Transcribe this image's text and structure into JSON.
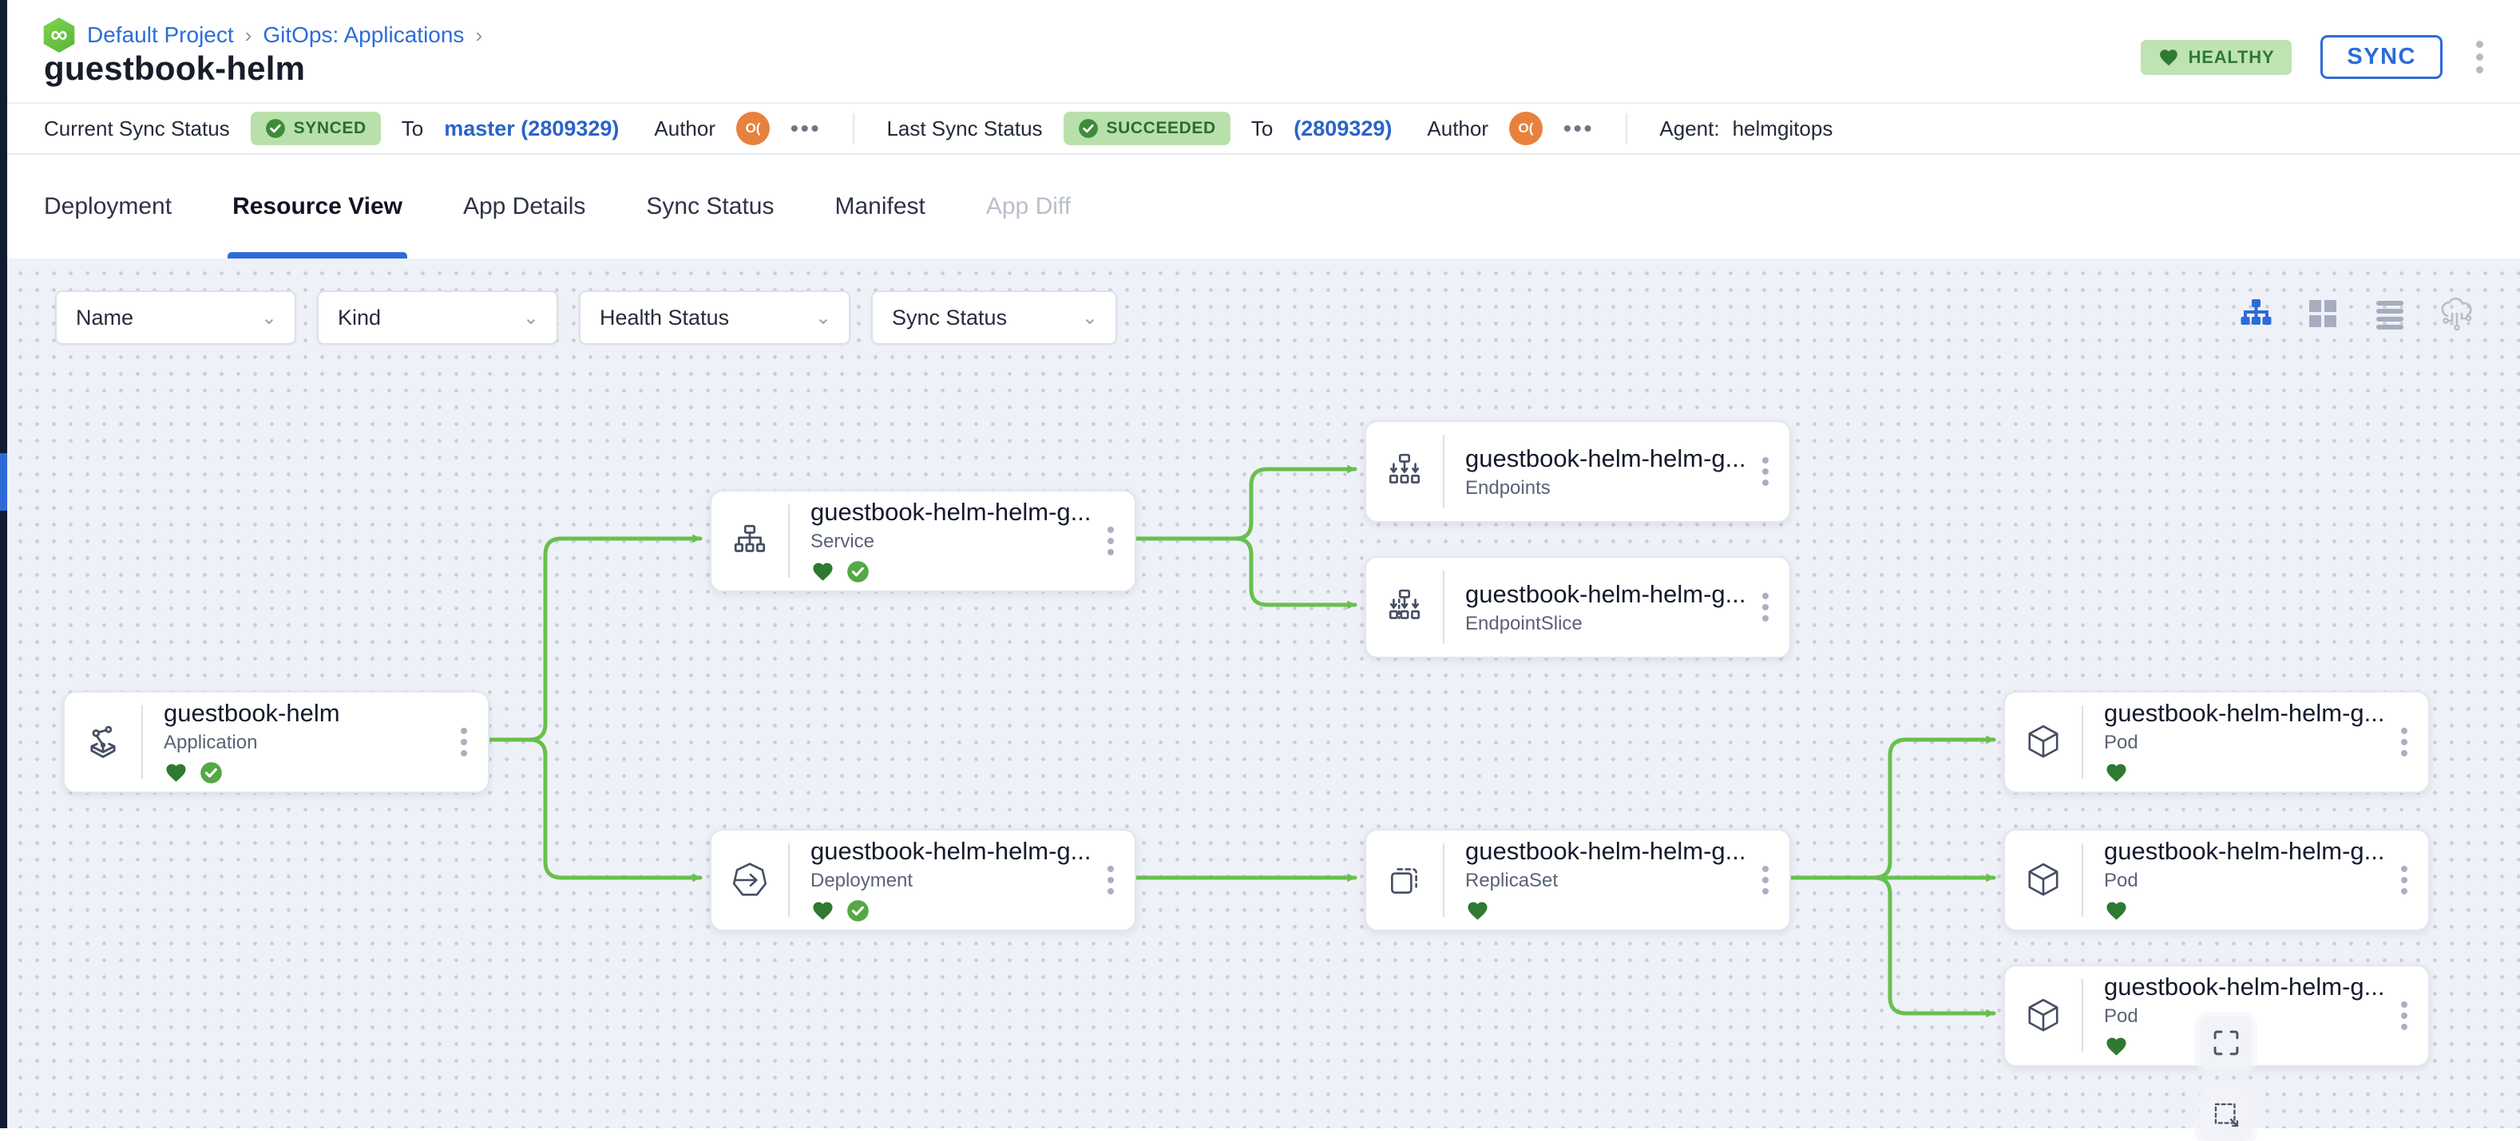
{
  "breadcrumb": {
    "project": "Default Project",
    "section": "GitOps: Applications",
    "separator": "›"
  },
  "header": {
    "title": "guestbook-helm",
    "health_badge": "HEALTHY",
    "sync_button": "SYNC"
  },
  "status_bar": {
    "current_label": "Current Sync Status",
    "current_badge": "SYNCED",
    "current_to": "To",
    "current_revision": "master (2809329)",
    "current_author_label": "Author",
    "current_avatar": "O(",
    "current_more": "•••",
    "last_label": "Last Sync Status",
    "last_badge": "SUCCEEDED",
    "last_to": "To",
    "last_revision": "(2809329)",
    "last_author_label": "Author",
    "last_avatar": "O(",
    "last_more": "•••",
    "agent_label": "Agent:",
    "agent_value": "helmgitops"
  },
  "tabs": [
    {
      "label": "Deployment"
    },
    {
      "label": "Resource View"
    },
    {
      "label": "App Details"
    },
    {
      "label": "Sync Status"
    },
    {
      "label": "Manifest"
    },
    {
      "label": "App Diff"
    }
  ],
  "filters": {
    "name": "Name",
    "kind": "Kind",
    "health": "Health Status",
    "sync": "Sync Status"
  },
  "graph": {
    "edge_color": "#68bf4e",
    "nodes": [
      {
        "title": "guestbook-helm",
        "kind": "Application",
        "healthy": true,
        "synced": true
      },
      {
        "title": "guestbook-helm-helm-g...",
        "kind": "Service",
        "healthy": true,
        "synced": true
      },
      {
        "title": "guestbook-helm-helm-g...",
        "kind": "Endpoints",
        "healthy": false,
        "synced": false
      },
      {
        "title": "guestbook-helm-helm-g...",
        "kind": "EndpointSlice",
        "healthy": false,
        "synced": false
      },
      {
        "title": "guestbook-helm-helm-g...",
        "kind": "Deployment",
        "healthy": true,
        "synced": true
      },
      {
        "title": "guestbook-helm-helm-g...",
        "kind": "ReplicaSet",
        "healthy": true,
        "synced": false
      },
      {
        "title": "guestbook-helm-helm-g...",
        "kind": "Pod",
        "healthy": true,
        "synced": false
      },
      {
        "title": "guestbook-helm-helm-g...",
        "kind": "Pod",
        "healthy": true,
        "synced": false
      },
      {
        "title": "guestbook-helm-helm-g...",
        "kind": "Pod",
        "healthy": true,
        "synced": false
      }
    ]
  },
  "colors": {
    "accent_blue": "#2e6bd6",
    "badge_green_bg": "#b9e0ab",
    "badge_green_text": "#2c6c30",
    "health_heart_green": "#2e7a31",
    "sync_check_green": "#54a845",
    "avatar_orange": "#e8813d",
    "canvas_bg": "#eef1f7",
    "rail_dark": "#101d31",
    "rail_active_blue": "#2f6bd8"
  }
}
